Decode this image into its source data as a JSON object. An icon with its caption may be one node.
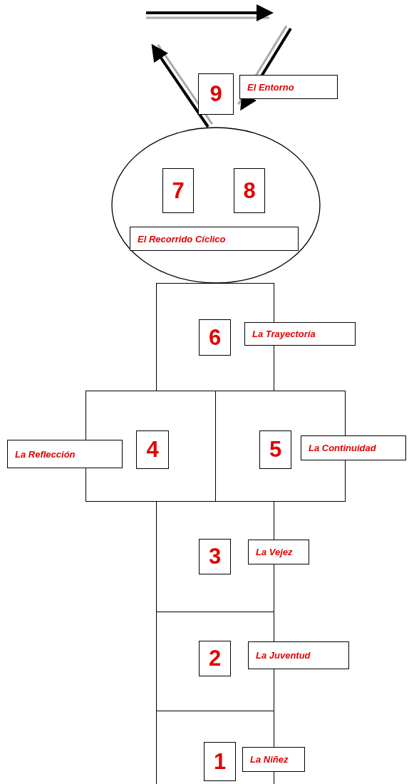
{
  "diagram": {
    "nodes": [
      {
        "text": [
          "9"
        ]
      },
      {
        "text": [
          "El Entorno"
        ]
      },
      {
        "text": [],
        "shape": "circle"
      },
      {
        "text": [
          "7"
        ],
        "in": 2
      },
      {
        "text": [
          "8"
        ],
        "in": 2
      },
      {
        "text": [
          "El Recorrido Cíclico"
        ],
        "in": 2
      },
      {
        "text": [],
        "shape": "box"
      },
      {
        "text": [
          "6"
        ],
        "in": 6
      },
      {
        "text": [
          "La Trayectoría"
        ]
      },
      {
        "text": [],
        "shape": "box"
      },
      {
        "text": [
          "La Reflección"
        ]
      },
      {
        "text": [
          "4"
        ],
        "in": 9
      },
      {
        "text": [],
        "shape": "box"
      },
      {
        "text": [
          "5"
        ],
        "in": 12
      },
      {
        "text": [
          "La Continuidad"
        ]
      },
      {
        "text": [],
        "shape": "box"
      },
      {
        "text": [
          "3"
        ],
        "in": 15
      },
      {
        "text": [
          "La Vejez"
        ]
      },
      {
        "text": [],
        "shape": "box"
      },
      {
        "text": [
          "2"
        ],
        "in": 18
      },
      {
        "text": [
          "La Juventud"
        ]
      },
      {
        "text": [],
        "shape": "box"
      },
      {
        "text": [
          "1"
        ],
        "in": 21
      },
      {
        "text": [
          "La Niñez"
        ]
      }
    ]
  }
}
